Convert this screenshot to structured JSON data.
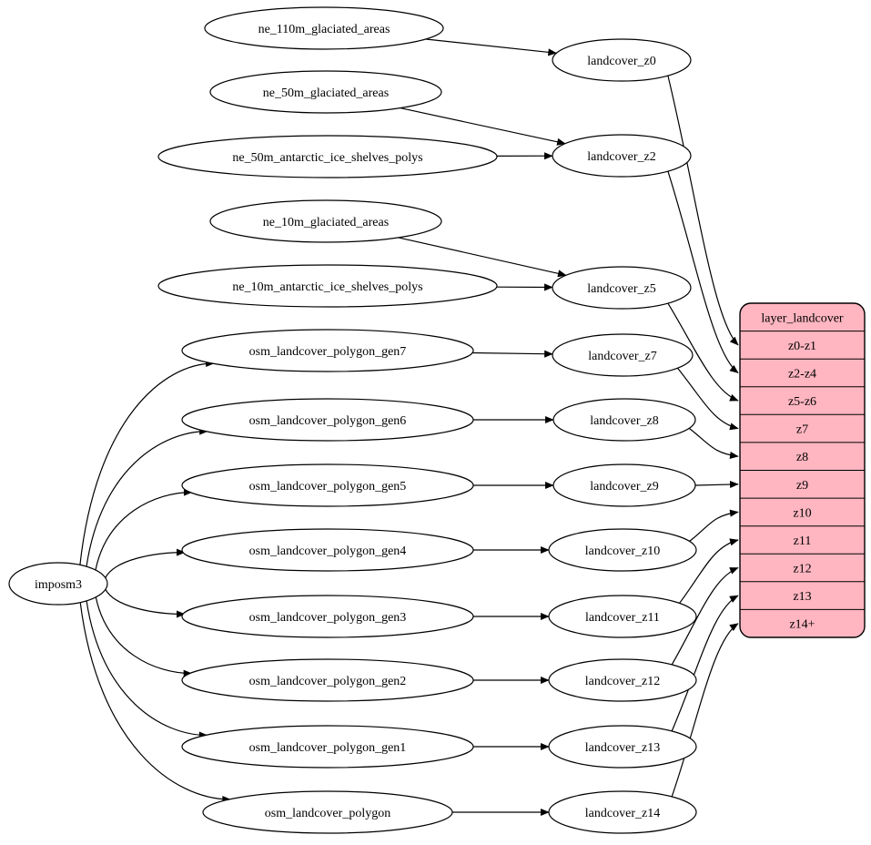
{
  "diagram": {
    "colors": {
      "background": "#ffffff",
      "stroke": "#000000",
      "node_fill": "#ffffff",
      "table_fill": "#ffb6c1",
      "text": "#000000"
    },
    "nodes": {
      "imposm3": {
        "label": "imposm3",
        "kind": "source"
      },
      "ne_110m_glaciated_areas": {
        "label": "ne_110m_glaciated_areas",
        "kind": "source"
      },
      "ne_50m_glaciated_areas": {
        "label": "ne_50m_glaciated_areas",
        "kind": "source"
      },
      "ne_50m_antarctic_ice_shelves_polys": {
        "label": "ne_50m_antarctic_ice_shelves_polys",
        "kind": "source"
      },
      "ne_10m_glaciated_areas": {
        "label": "ne_10m_glaciated_areas",
        "kind": "source"
      },
      "ne_10m_antarctic_ice_shelves_polys": {
        "label": "ne_10m_antarctic_ice_shelves_polys",
        "kind": "source"
      },
      "osm_landcover_polygon_gen7": {
        "label": "osm_landcover_polygon_gen7",
        "kind": "source"
      },
      "osm_landcover_polygon_gen6": {
        "label": "osm_landcover_polygon_gen6",
        "kind": "source"
      },
      "osm_landcover_polygon_gen5": {
        "label": "osm_landcover_polygon_gen5",
        "kind": "source"
      },
      "osm_landcover_polygon_gen4": {
        "label": "osm_landcover_polygon_gen4",
        "kind": "source"
      },
      "osm_landcover_polygon_gen3": {
        "label": "osm_landcover_polygon_gen3",
        "kind": "source"
      },
      "osm_landcover_polygon_gen2": {
        "label": "osm_landcover_polygon_gen2",
        "kind": "source"
      },
      "osm_landcover_polygon_gen1": {
        "label": "osm_landcover_polygon_gen1",
        "kind": "source"
      },
      "osm_landcover_polygon": {
        "label": "osm_landcover_polygon",
        "kind": "source"
      },
      "landcover_z0": {
        "label": "landcover_z0",
        "kind": "view"
      },
      "landcover_z2": {
        "label": "landcover_z2",
        "kind": "view"
      },
      "landcover_z5": {
        "label": "landcover_z5",
        "kind": "view"
      },
      "landcover_z7": {
        "label": "landcover_z7",
        "kind": "view"
      },
      "landcover_z8": {
        "label": "landcover_z8",
        "kind": "view"
      },
      "landcover_z9": {
        "label": "landcover_z9",
        "kind": "view"
      },
      "landcover_z10": {
        "label": "landcover_z10",
        "kind": "view"
      },
      "landcover_z11": {
        "label": "landcover_z11",
        "kind": "view"
      },
      "landcover_z12": {
        "label": "landcover_z12",
        "kind": "view"
      },
      "landcover_z13": {
        "label": "landcover_z13",
        "kind": "view"
      },
      "landcover_z14": {
        "label": "landcover_z14",
        "kind": "view"
      }
    },
    "table": {
      "title": "layer_landcover",
      "rows": [
        "z0-z1",
        "z2-z4",
        "z5-z6",
        "z7",
        "z8",
        "z9",
        "z10",
        "z11",
        "z12",
        "z13",
        "z14+"
      ]
    },
    "edges": [
      {
        "from": "imposm3",
        "to": "osm_landcover_polygon_gen7",
        "type": "fan"
      },
      {
        "from": "imposm3",
        "to": "osm_landcover_polygon_gen6",
        "type": "fan"
      },
      {
        "from": "imposm3",
        "to": "osm_landcover_polygon_gen5",
        "type": "fan"
      },
      {
        "from": "imposm3",
        "to": "osm_landcover_polygon_gen4",
        "type": "fan"
      },
      {
        "from": "imposm3",
        "to": "osm_landcover_polygon_gen3",
        "type": "fan"
      },
      {
        "from": "imposm3",
        "to": "osm_landcover_polygon_gen2",
        "type": "fan"
      },
      {
        "from": "imposm3",
        "to": "osm_landcover_polygon_gen1",
        "type": "fan"
      },
      {
        "from": "imposm3",
        "to": "osm_landcover_polygon",
        "type": "fan"
      },
      {
        "from": "ne_110m_glaciated_areas",
        "to": "landcover_z0",
        "type": "line"
      },
      {
        "from": "ne_50m_glaciated_areas",
        "to": "landcover_z2",
        "type": "line"
      },
      {
        "from": "ne_50m_antarctic_ice_shelves_polys",
        "to": "landcover_z2",
        "type": "line"
      },
      {
        "from": "ne_10m_glaciated_areas",
        "to": "landcover_z5",
        "type": "line"
      },
      {
        "from": "ne_10m_antarctic_ice_shelves_polys",
        "to": "landcover_z5",
        "type": "line"
      },
      {
        "from": "osm_landcover_polygon_gen7",
        "to": "landcover_z7",
        "type": "line"
      },
      {
        "from": "osm_landcover_polygon_gen6",
        "to": "landcover_z8",
        "type": "line"
      },
      {
        "from": "osm_landcover_polygon_gen5",
        "to": "landcover_z9",
        "type": "line"
      },
      {
        "from": "osm_landcover_polygon_gen4",
        "to": "landcover_z10",
        "type": "line"
      },
      {
        "from": "osm_landcover_polygon_gen3",
        "to": "landcover_z11",
        "type": "line"
      },
      {
        "from": "osm_landcover_polygon_gen2",
        "to": "landcover_z12",
        "type": "line"
      },
      {
        "from": "osm_landcover_polygon_gen1",
        "to": "landcover_z13",
        "type": "line"
      },
      {
        "from": "osm_landcover_polygon",
        "to": "landcover_z14",
        "type": "line"
      },
      {
        "from": "landcover_z0",
        "to": "row:0",
        "type": "corr"
      },
      {
        "from": "landcover_z2",
        "to": "row:1",
        "type": "corr"
      },
      {
        "from": "landcover_z5",
        "to": "row:2",
        "type": "corr"
      },
      {
        "from": "landcover_z7",
        "to": "row:3",
        "type": "corr"
      },
      {
        "from": "landcover_z8",
        "to": "row:4",
        "type": "corr"
      },
      {
        "from": "landcover_z9",
        "to": "row:5",
        "type": "corr"
      },
      {
        "from": "landcover_z10",
        "to": "row:6",
        "type": "corr"
      },
      {
        "from": "landcover_z11",
        "to": "row:7",
        "type": "corr"
      },
      {
        "from": "landcover_z12",
        "to": "row:8",
        "type": "corr"
      },
      {
        "from": "landcover_z13",
        "to": "row:9",
        "type": "corr"
      },
      {
        "from": "landcover_z14",
        "to": "row:10",
        "type": "corr"
      }
    ]
  }
}
